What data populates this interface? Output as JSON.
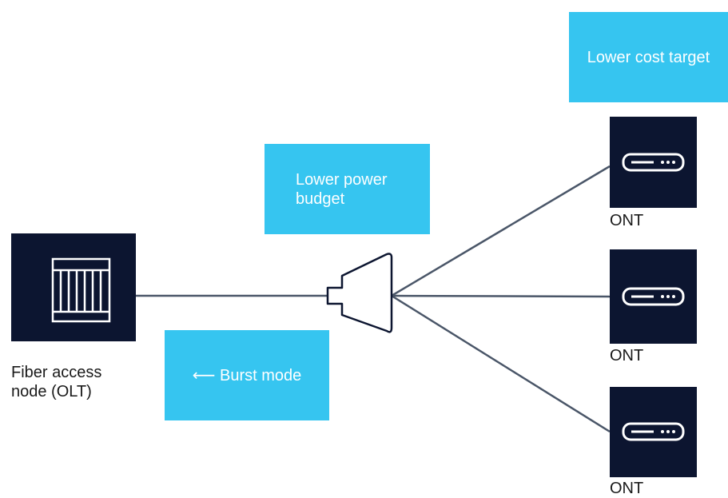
{
  "callouts": {
    "cost": "Lower cost target",
    "power": "Lower power\nbudget",
    "burst": "⟵ Burst mode"
  },
  "olt": {
    "label": "Fiber access\nnode (OLT)",
    "icon": "rack-chassis-icon"
  },
  "splitter": {
    "icon": "optical-splitter-icon"
  },
  "onts": [
    {
      "label": "ONT",
      "icon": "ont-device-icon"
    },
    {
      "label": "ONT",
      "icon": "ont-device-icon"
    },
    {
      "label": "ONT",
      "icon": "ont-device-icon"
    }
  ],
  "colors": {
    "callout_bg": "#36c5f0",
    "node_bg": "#0c1530",
    "line": "#4a5668"
  }
}
